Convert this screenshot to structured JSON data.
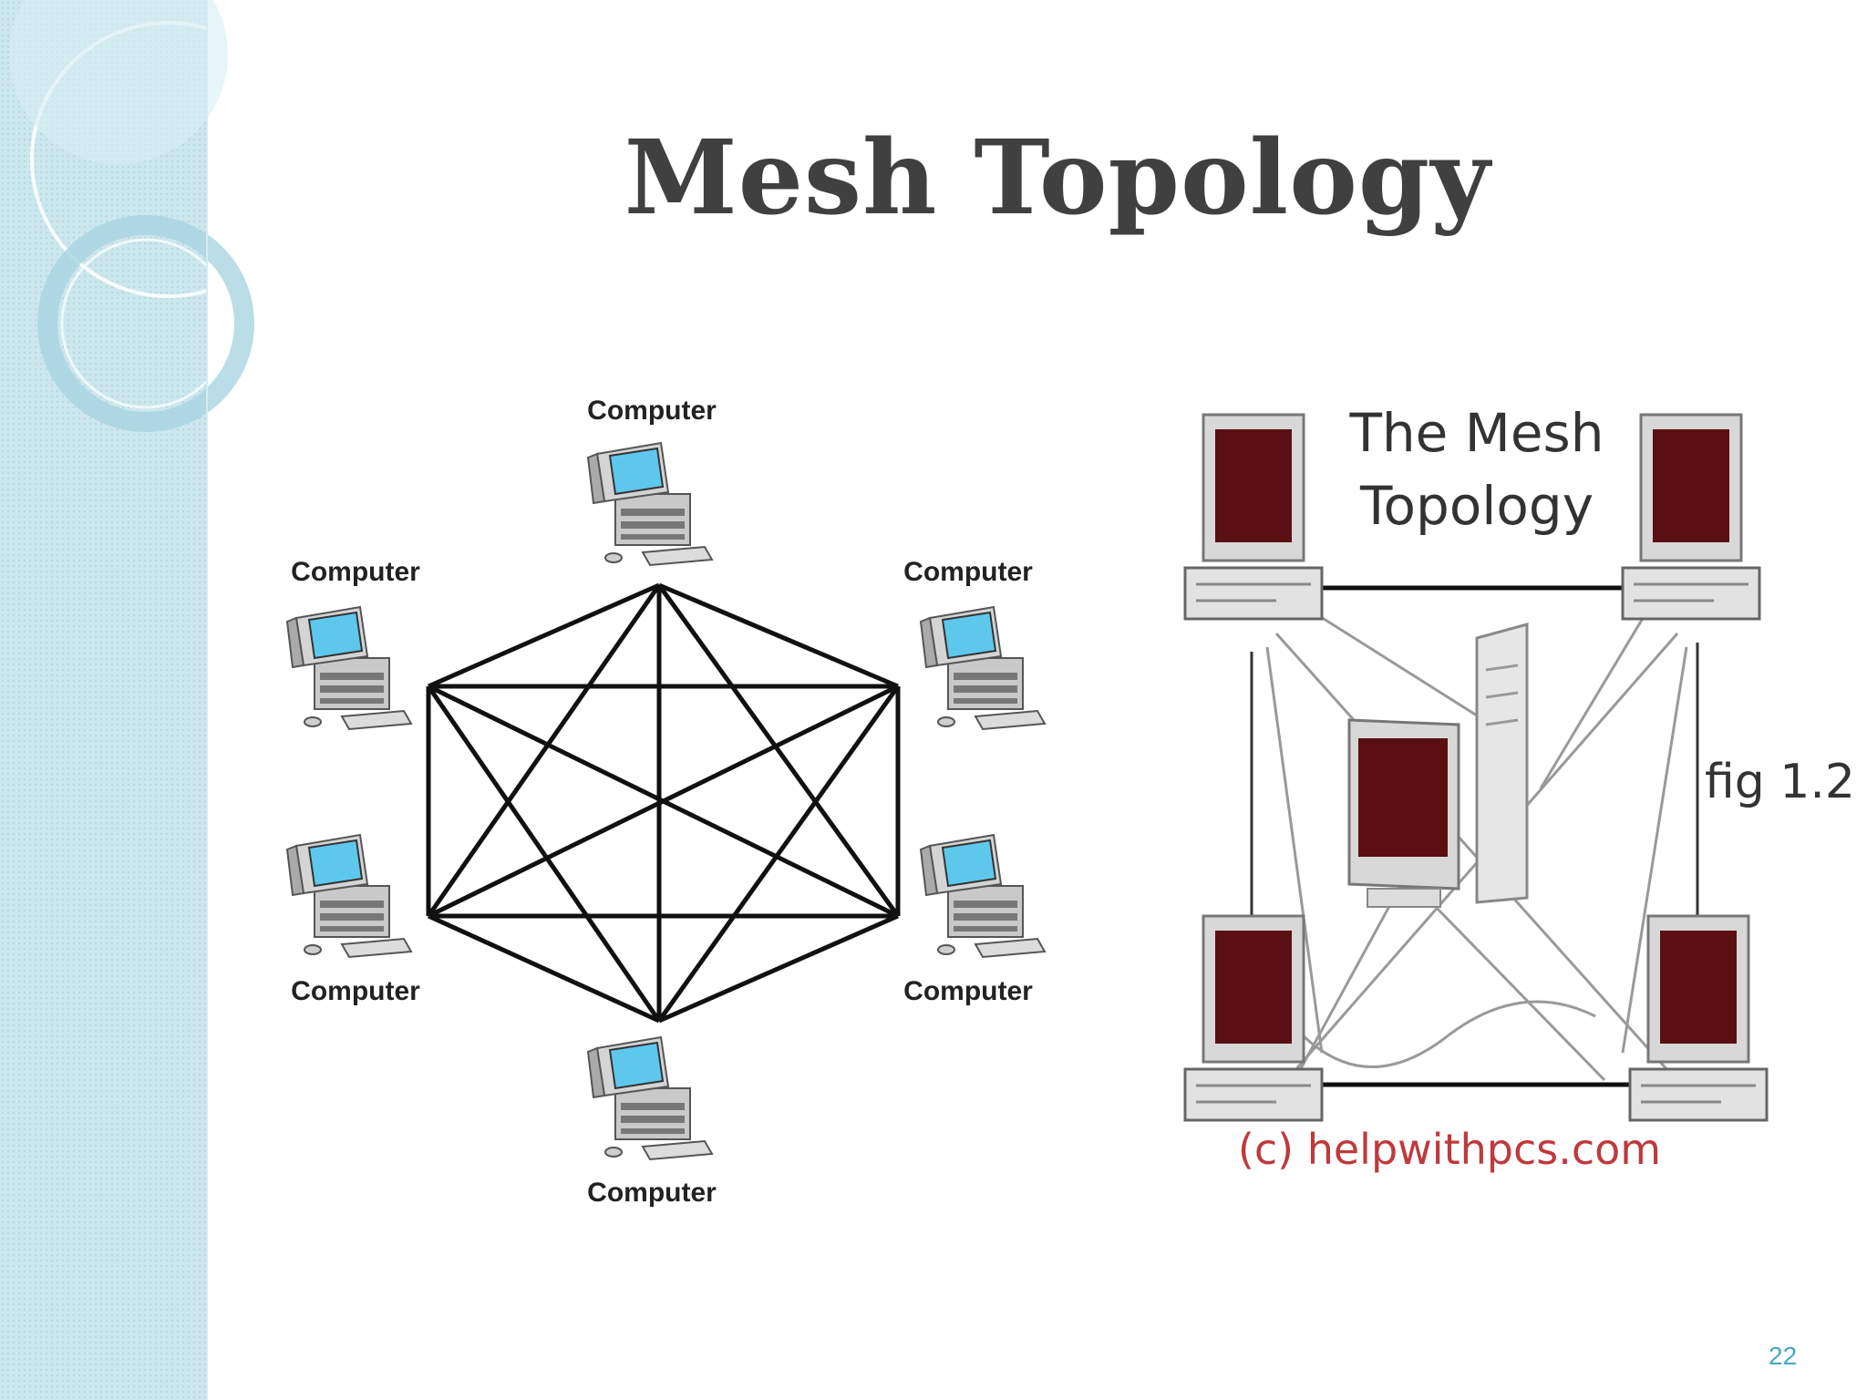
{
  "slide": {
    "title": "Mesh Topology",
    "page_number": "22"
  },
  "left_diagram": {
    "node_labels": [
      "Computer",
      "Computer",
      "Computer",
      "Computer",
      "Computer",
      "Computer"
    ],
    "links": "fully connected"
  },
  "right_diagram": {
    "title_line1": "The Mesh",
    "title_line2": "Topology",
    "figure_label": "fig 1.2",
    "credit": "(c) helpwithpcs.com"
  },
  "colors": {
    "side_band": "#cde7ee",
    "title": "#404040",
    "monitor_screen_left": "#5ec8ec",
    "monitor_screen_right": "#5a0f12",
    "credit": "#c0393b",
    "page_number": "#4aa7c4"
  }
}
